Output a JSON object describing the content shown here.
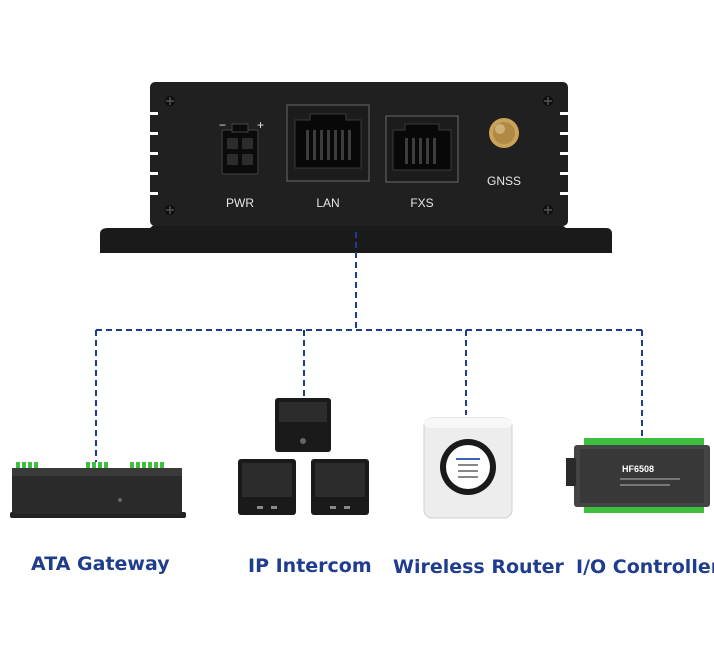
{
  "main_device": {
    "ports": {
      "power": "PWR",
      "lan": "LAN",
      "fxs": "FXS",
      "gnss": "GNSS"
    },
    "polarity": {
      "minus": "−",
      "plus": "+"
    }
  },
  "connected_devices": [
    {
      "id": "ata-gateway",
      "label": "ATA Gateway"
    },
    {
      "id": "ip-intercom",
      "label": "IP Intercom"
    },
    {
      "id": "wireless-router",
      "label": "Wireless Router"
    },
    {
      "id": "io-controller",
      "label": "I/O Controller"
    }
  ],
  "controller_model": "HF6508",
  "link_color": "#1f3d8f"
}
